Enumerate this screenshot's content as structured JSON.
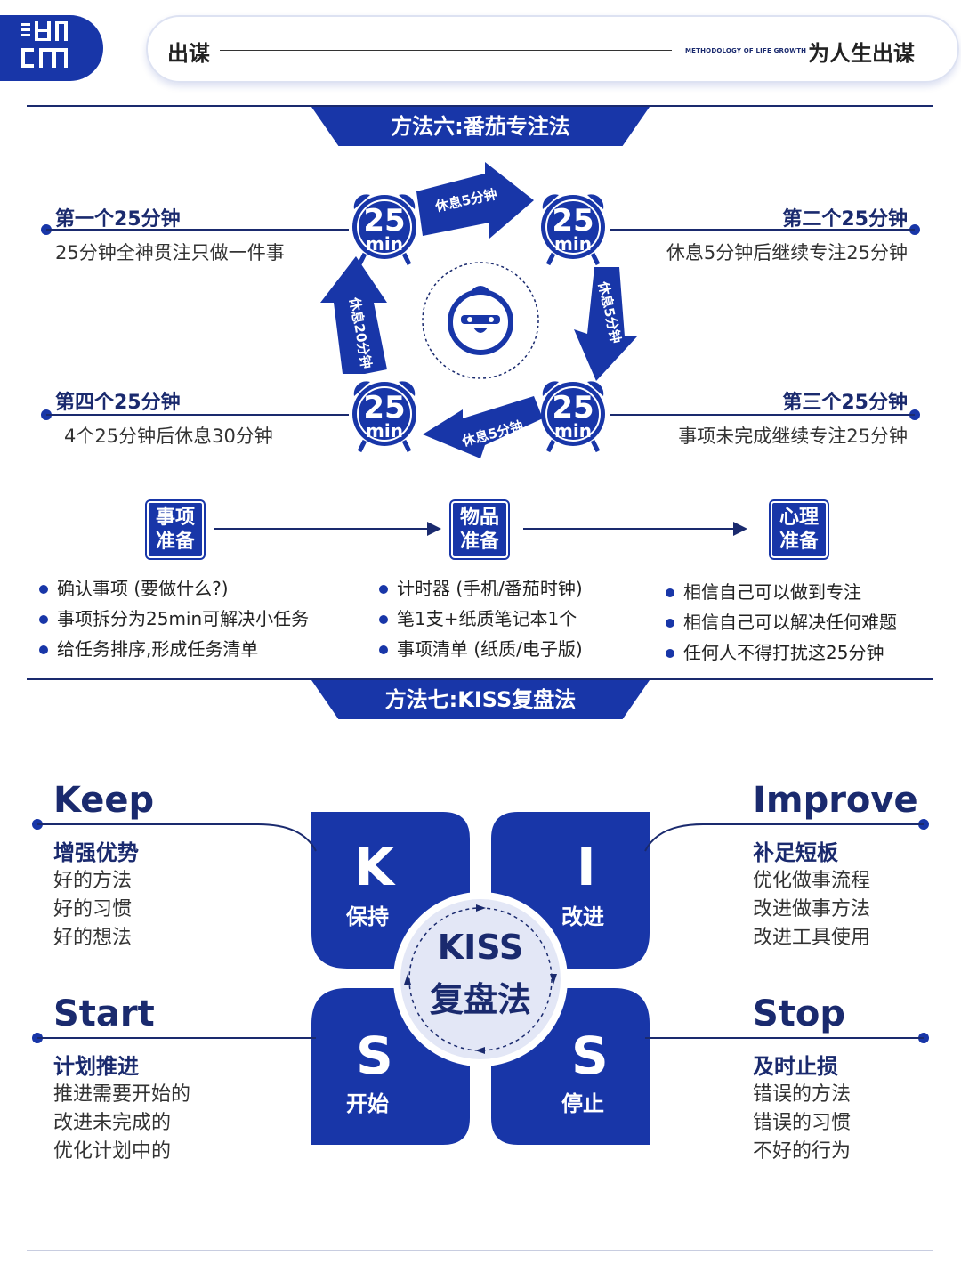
{
  "header": {
    "logo_text": "出谋",
    "left_title": "出谋",
    "tagline": "METHODOLOGY OF LIFE GROWTH",
    "right_title": "为人生出谋"
  },
  "pomodoro": {
    "banner": "方法六:番茄专注法",
    "timer_label_num": "25",
    "timer_label_unit": "min",
    "arrows": [
      "休息5分钟",
      "休息5分钟",
      "休息5分钟",
      "休息20分钟"
    ],
    "steps": [
      {
        "title": "第一个25分钟",
        "desc": "25分钟全神贯注只做一件事"
      },
      {
        "title": "第二个25分钟",
        "desc": "休息5分钟后继续专注25分钟"
      },
      {
        "title": "第三个25分钟",
        "desc": "事项未完成继续专注25分钟"
      },
      {
        "title": "第四个25分钟",
        "desc": "4个25分钟后休息30分钟"
      }
    ],
    "prep": [
      {
        "line1": "事项",
        "line2": "准备",
        "items": [
          "确认事项 (要做什么?)",
          "事项拆分为25min可解决小任务",
          "给任务排序,形成任务清单"
        ]
      },
      {
        "line1": "物品",
        "line2": "准备",
        "items": [
          "计时器 (手机/番茄时钟)",
          "笔1支+纸质笔记本1个",
          "事项清单 (纸质/电子版)"
        ]
      },
      {
        "line1": "心理",
        "line2": "准备",
        "items": [
          "相信自己可以做到专注",
          "相信自己可以解决任何难题",
          "任何人不得打扰这25分钟"
        ]
      }
    ]
  },
  "kiss": {
    "banner": "方法七:KISS复盘法",
    "center_line1": "KISS",
    "center_line2": "复盘法",
    "quadrants": [
      {
        "word": "Keep",
        "letter": "K",
        "label": "保持",
        "sub": "增强优势",
        "items": [
          "好的方法",
          "好的习惯",
          "好的想法"
        ]
      },
      {
        "word": "Improve",
        "letter": "I",
        "label": "改进",
        "sub": "补足短板",
        "items": [
          "优化做事流程",
          "改进做事方法",
          "改进工具使用"
        ]
      },
      {
        "word": "Start",
        "letter": "S",
        "label": "开始",
        "sub": "计划推进",
        "items": [
          "推进需要开始的",
          "改进未完成的",
          "优化计划中的"
        ]
      },
      {
        "word": "Stop",
        "letter": "S",
        "label": "停止",
        "sub": "及时止损",
        "items": [
          "错误的方法",
          "错误的习惯",
          "不好的行为"
        ]
      }
    ]
  },
  "colors": {
    "primary": "#1836A8",
    "dark": "#1A2A6E"
  }
}
